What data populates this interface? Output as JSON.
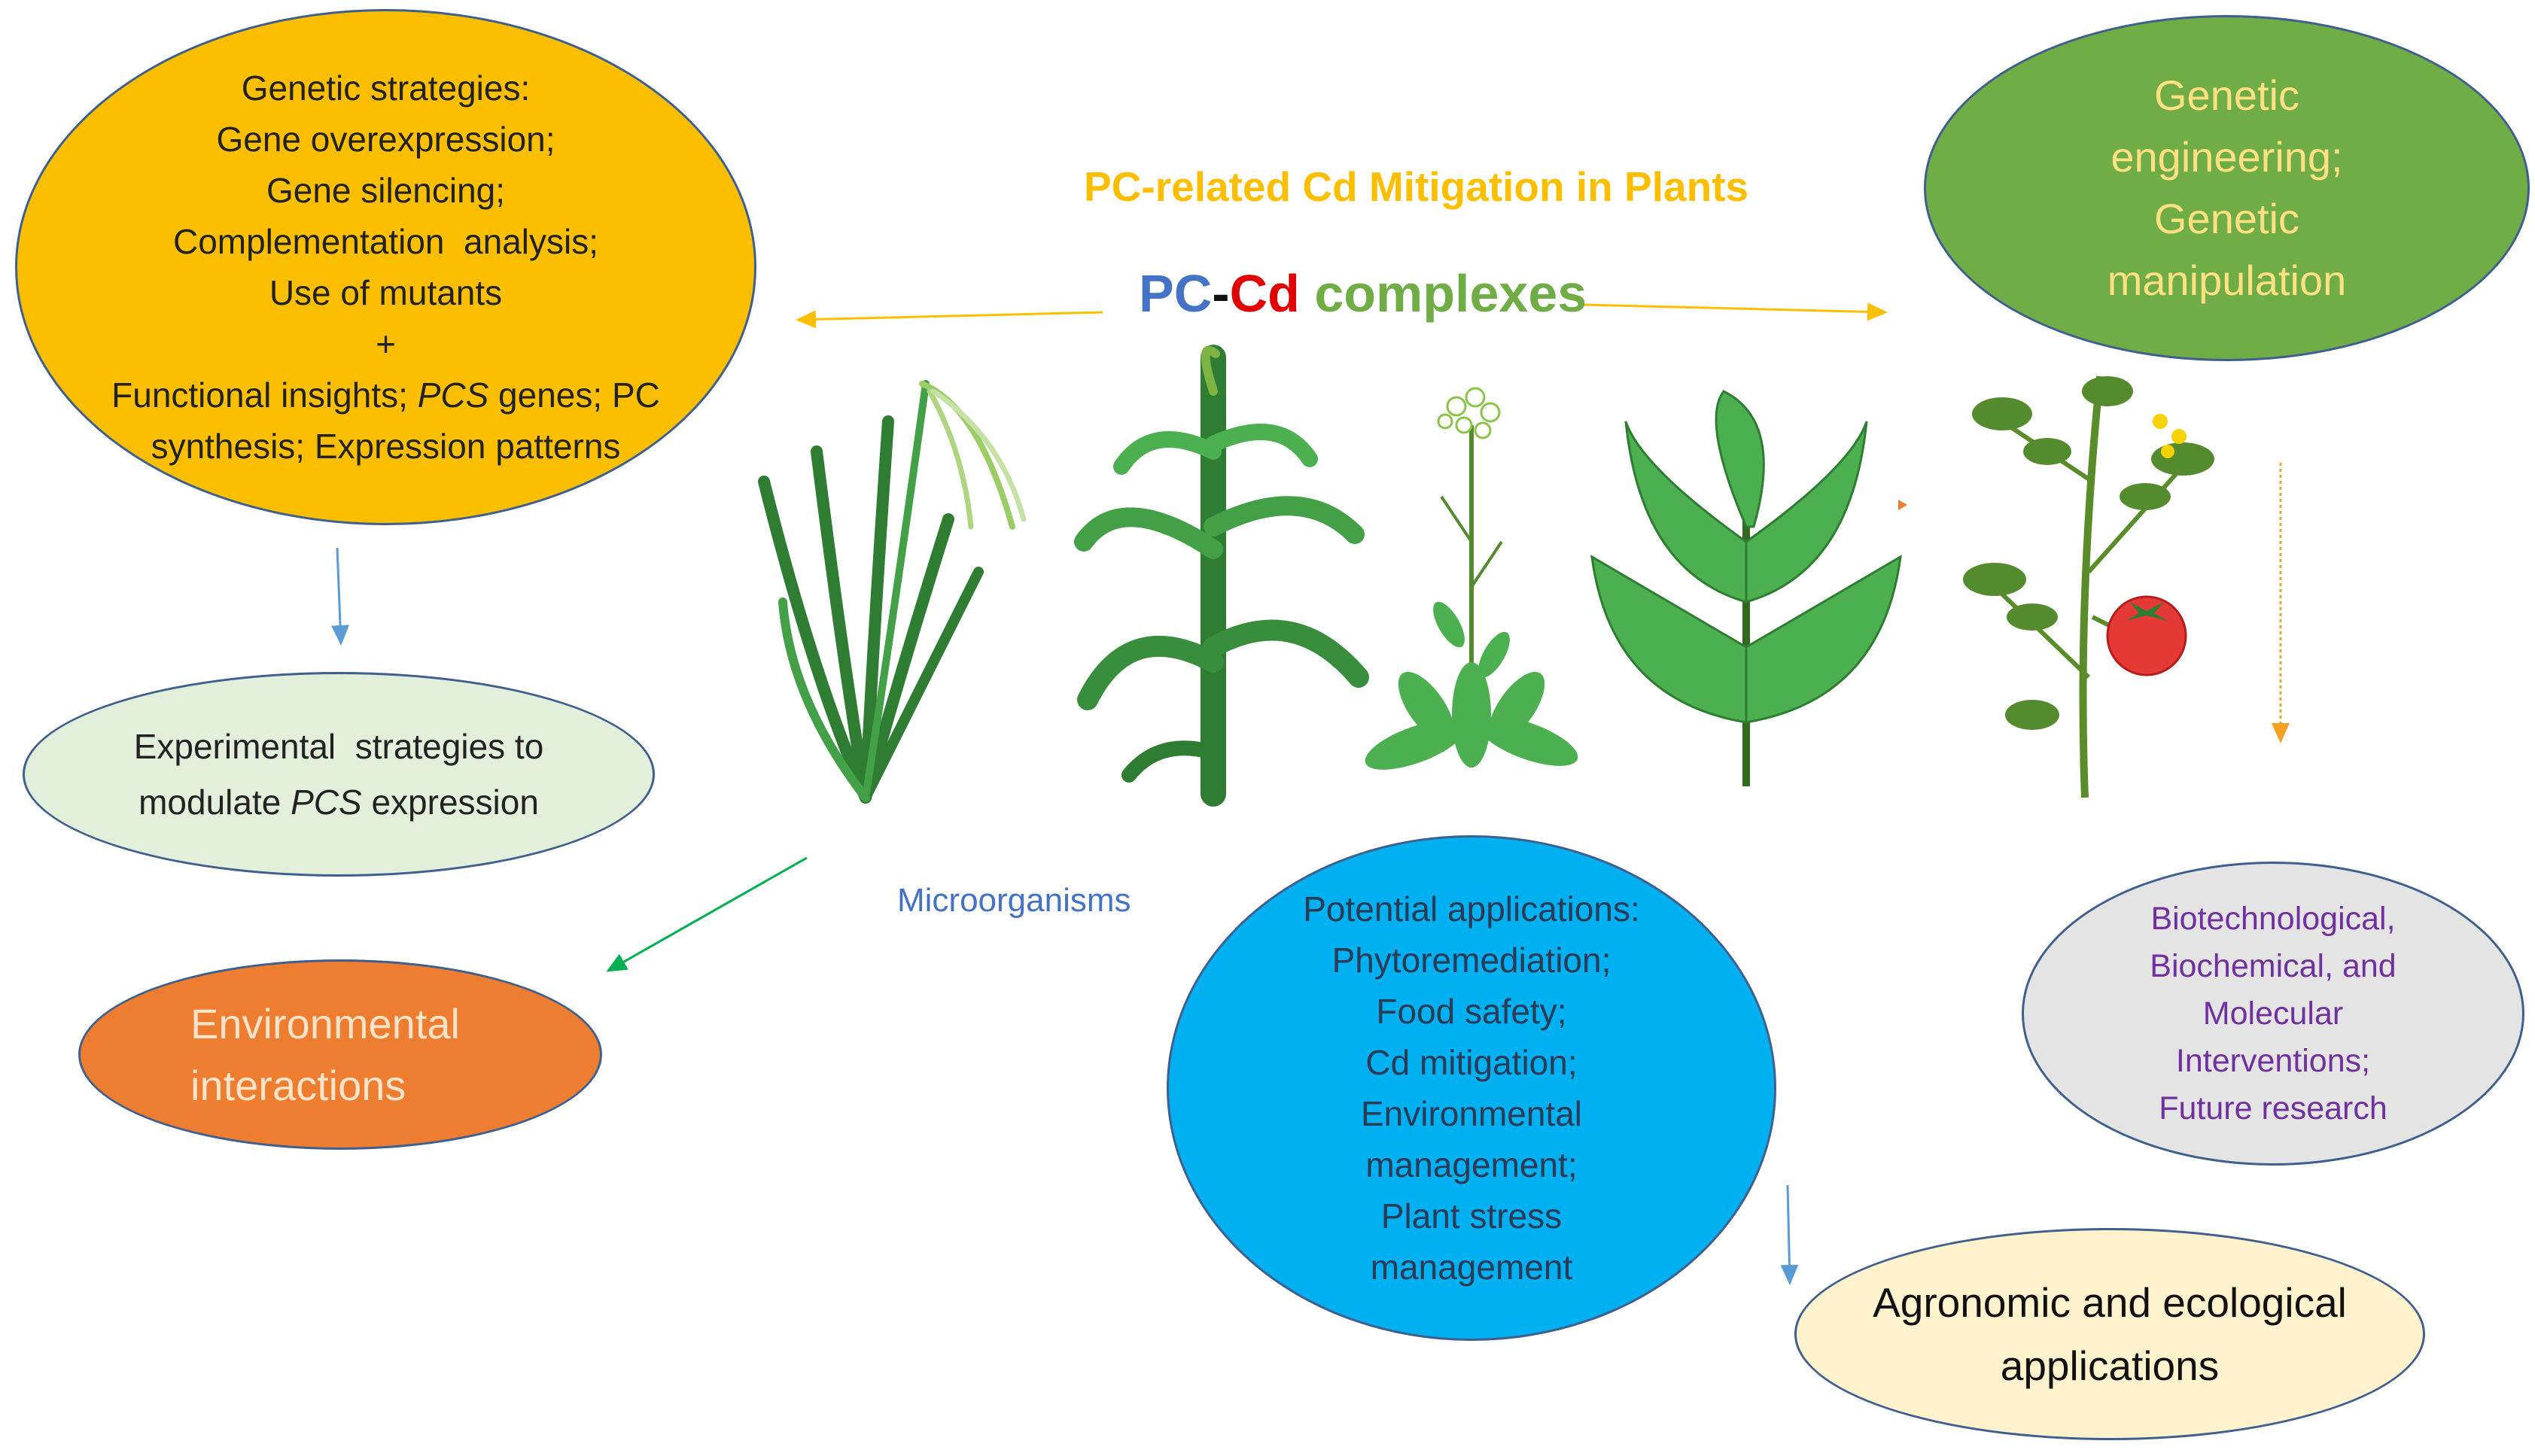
{
  "title": "PC-related Cd Mitigation in Plants",
  "complexes": {
    "pc": "PC",
    "dash": "-",
    "cd": "Cd",
    "word": " complexes",
    "color_pc": "#4472c4",
    "color_cd": "#e00000",
    "color_word": "#70ad47"
  },
  "microorganisms": "Microorganisms",
  "genetic_strategies": {
    "lines": [
      "Genetic strategies:",
      "Gene overexpression;",
      "Gene silencing;",
      "Complementation  analysis;",
      "Use of mutants",
      "+"
    ],
    "line7_a": "Functional insights; ",
    "line7_b": "PCS",
    "line7_c": " genes; PC",
    "line8": "synthesis; Expression patterns"
  },
  "genetic_engineering": {
    "lines": [
      "Genetic",
      "engineering;",
      "Genetic",
      "manipulation"
    ]
  },
  "experimental": {
    "line1": "Experimental  strategies to",
    "line2_a": "modulate ",
    "line2_b": "PCS",
    "line2_c": " expression"
  },
  "environmental": {
    "lines": [
      "Environmental",
      "interactions"
    ]
  },
  "potential": {
    "lines": [
      "Potential applications:",
      "Phytoremediation;",
      "Food safety;",
      "Cd mitigation;",
      "Environmental",
      "management;",
      "Plant stress",
      "management"
    ]
  },
  "biotech": {
    "lines": [
      "Biotechnological,",
      "Biochemical, and",
      "Molecular",
      "Interventions;",
      "Future research"
    ]
  },
  "agronomic": {
    "lines": [
      "Agronomic and ecological",
      "applications"
    ]
  },
  "plants": [
    "rice-plant-icon",
    "maize-plant-icon",
    "arabidopsis-plant-icon",
    "tobacco-plant-icon",
    "tomato-plant-icon"
  ]
}
